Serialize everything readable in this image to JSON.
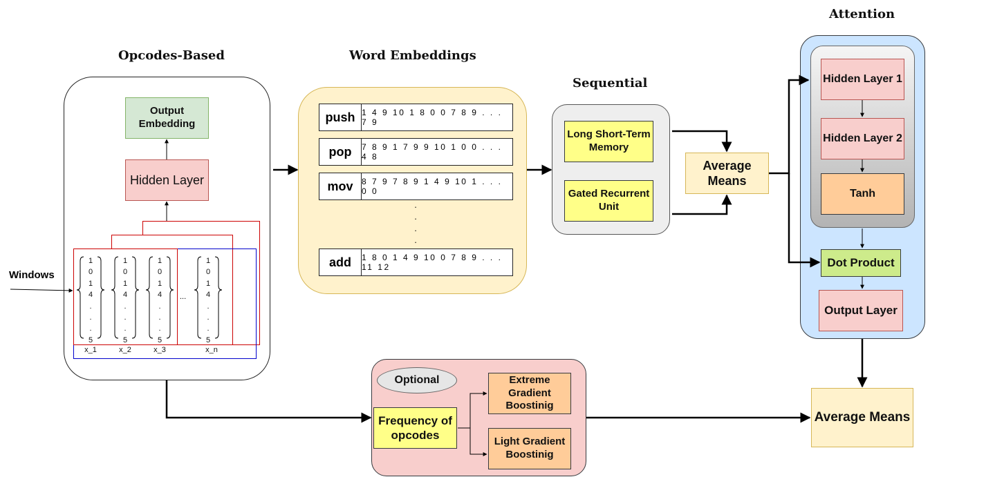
{
  "sections": {
    "opcodes_based": "Opcodes-Based",
    "word_embeddings": "Word Embeddings",
    "sequential": "Sequential",
    "attention": "Attention"
  },
  "opcodes": {
    "output_embedding": "Output Embedding",
    "hidden_layer": "Hidden Layer",
    "windows_label": "Windows",
    "vector_values": [
      "1",
      "0",
      "1",
      "4",
      ".",
      ".",
      ".",
      "5"
    ],
    "ellipsis": "...",
    "x_labels": [
      "x_1",
      "x_2",
      "x_3",
      "x_n"
    ]
  },
  "embeddings": {
    "rows": [
      {
        "word": "push",
        "values": "1 4 9 10 1 8 0 0 7 8 9 . . . 7 9"
      },
      {
        "word": "pop",
        "values": "7 8 9 1 7 9 9 10 1 0 0 . . . 4 8"
      },
      {
        "word": "mov",
        "values": "8 7 9 7 8 9 1 4 9 10 1 . . . 0 0"
      },
      {
        "word": "add",
        "values": "1 8 0 1 4 9 10 0 7 8 9 . . . 11 12"
      }
    ],
    "vdots": [
      ".",
      ".",
      ".",
      "."
    ]
  },
  "sequential": {
    "lstm": "Long Short-Term Memory",
    "gru": "Gated Recurrent Unit",
    "average_means": "Average Means"
  },
  "attention": {
    "hidden1": "Hidden Layer 1",
    "hidden2": "Hidden Layer 2",
    "tanh": "Tanh",
    "dot_product": "Dot Product",
    "output_layer": "Output Layer"
  },
  "boosting": {
    "optional": "Optional",
    "frequency": "Frequency of opcodes",
    "xgb": "Extreme Gradient Boostinig",
    "lgb": "Light Gradient Boostinig"
  },
  "final": {
    "average_means": "Average Means"
  },
  "colors": {
    "green_fill": "#d5e8d4",
    "green_stroke": "#82b366",
    "red_fill": "#f8cecc",
    "red_stroke": "#b85450",
    "yellow_panel": "#fff2cc",
    "yellow_stroke": "#d6b656",
    "bright_yellow": "#ffff88",
    "orange_fill": "#ffcc99",
    "orange_stroke": "#b46504",
    "blue_panel": "#cce5ff",
    "dot_green": "#cdeb8b"
  }
}
